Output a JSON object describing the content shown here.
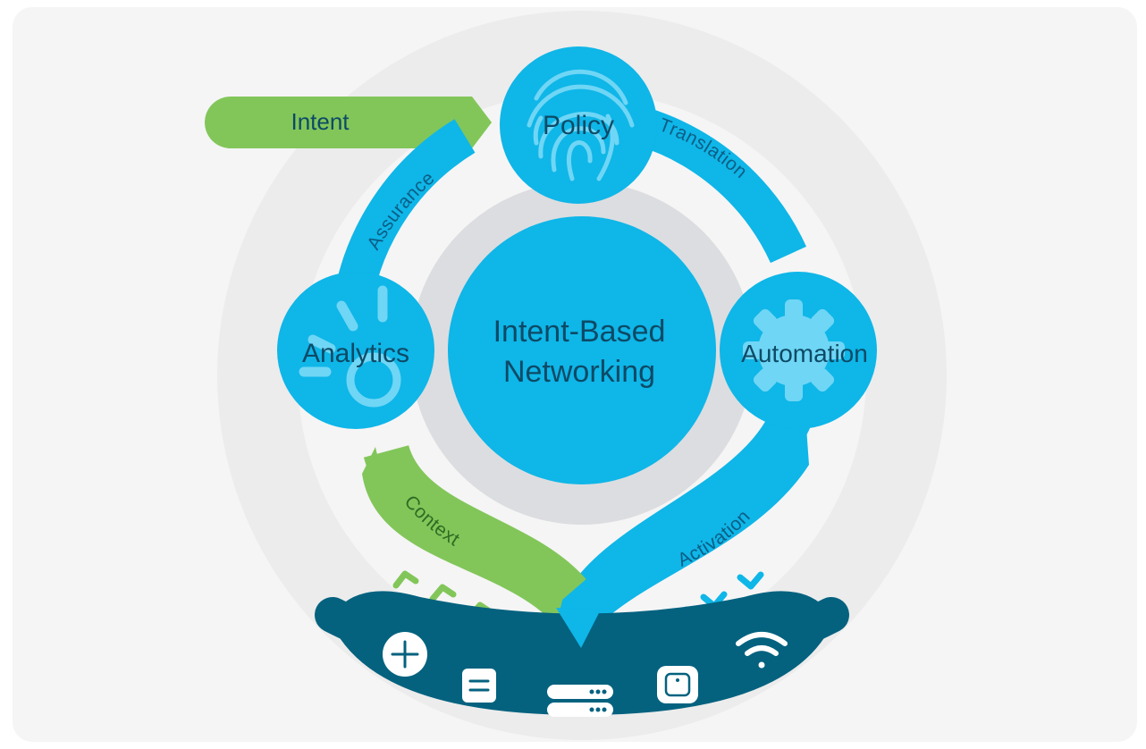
{
  "diagram": {
    "center": {
      "line1": "Intent-Based",
      "line2": "Networking"
    },
    "nodes": {
      "policy": "Policy",
      "analytics": "Analytics",
      "automation": "Automation"
    },
    "flows": {
      "intent": "Intent",
      "translation": "Translation",
      "assurance": "Assurance",
      "activation": "Activation",
      "context": "Context"
    },
    "devices": [
      "router-icon",
      "switch-icon",
      "server-icon",
      "access-point-icon",
      "wifi-icon"
    ],
    "colors": {
      "background": "#f5f5f5",
      "outer_ring": "#ececec",
      "inner_ring": "#dcdde0",
      "blue": "#0fb6e8",
      "light_blue": "#6fd6f5",
      "green": "#82c65a",
      "navy": "#04627f"
    }
  }
}
